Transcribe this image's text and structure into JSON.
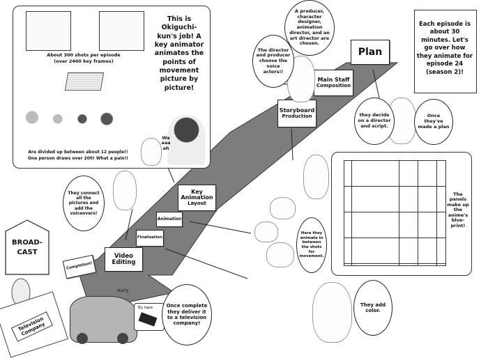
{
  "key_animator_panel": {
    "shots_caption": [
      "About 300 shots per episode",
      "(over 2400 key frames)"
    ],
    "job_text": "This is Okiguchi-kun's job! A key animator animates the points of movement picture by picture!",
    "divided_caption": [
      "Are divided up between about 12 people!!",
      "One person draws over 200! What a pain!!"
    ],
    "scream": "Wa aaa ah"
  },
  "intro_box": "Each episode is about 30 minutes. Let's go over how they animate for episode 24 (season 2)!",
  "signs": {
    "plan": "Plan",
    "main_staff": {
      "title": "Main Staff",
      "sub": "Composition"
    },
    "storyboard": {
      "title": "Storyboard",
      "sub": "Production"
    },
    "key_animation": {
      "title": "Key Animation",
      "sub": "Layout"
    },
    "animation": "Animation",
    "finalization": "Finalization",
    "video_editing": "Video Editing",
    "completion": "Completion!",
    "broadcast": "BROAD-CAST",
    "television_company": "Television Company"
  },
  "bubbles": {
    "main_staff_chosen": "A producer, character designer, animation director, and an art director are chosen.",
    "voice_actors": "The director and producer choose the voice actors!!",
    "once_plan": "Once they've made a plan",
    "director_script": "they decide on a director and script.",
    "blueprint": "The panels make up the anime's blue-print!",
    "in_between": "Here they animate in between the shots for movement.",
    "add_color": "They add color.",
    "voiceovers": "They connect all the pictures and add the voiceovers!",
    "deliver": "Once complete they deliver it to a television company!"
  },
  "car": {
    "hurry": "Hurry",
    "by_tape": "By tape"
  },
  "colors": {
    "path": "#7d7d7d",
    "ink": "#111111"
  }
}
